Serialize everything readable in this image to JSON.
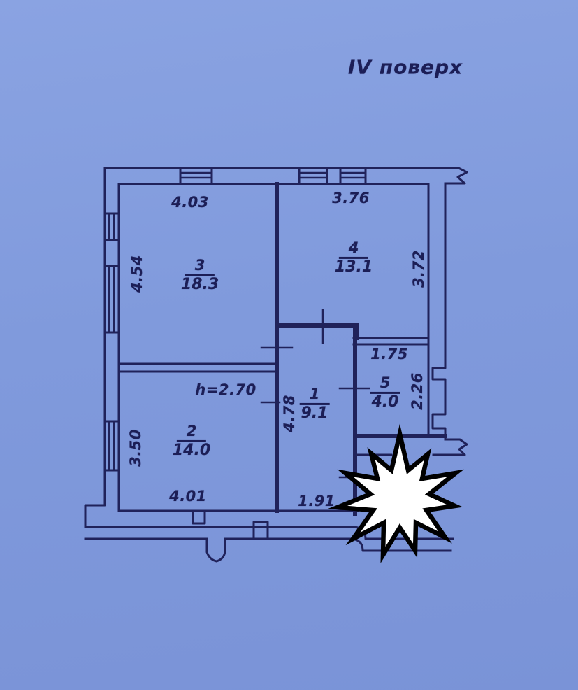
{
  "title": "IV поверх",
  "labels": {
    "ceiling_height": "h=2.70"
  },
  "rooms": [
    {
      "number": "3",
      "area": "18.3"
    },
    {
      "number": "4",
      "area": "13.1"
    },
    {
      "number": "2",
      "area": "14.0"
    },
    {
      "number": "1",
      "area": "9.1"
    },
    {
      "number": "5",
      "area": "4.0"
    }
  ],
  "dimensions": {
    "room3_width": "4.03",
    "room3_height": "4.54",
    "room4_width": "3.76",
    "room4_height": "3.72",
    "room2_width": "4.01",
    "room2_height": "3.50",
    "room1_height": "4.78",
    "room1_width": "1.91",
    "room5_width": "1.75",
    "room5_height": "2.26"
  },
  "colors": {
    "paper": "#8099db",
    "line": "#20225a",
    "star_fill": "#ffffff",
    "star_stroke": "#000000"
  }
}
